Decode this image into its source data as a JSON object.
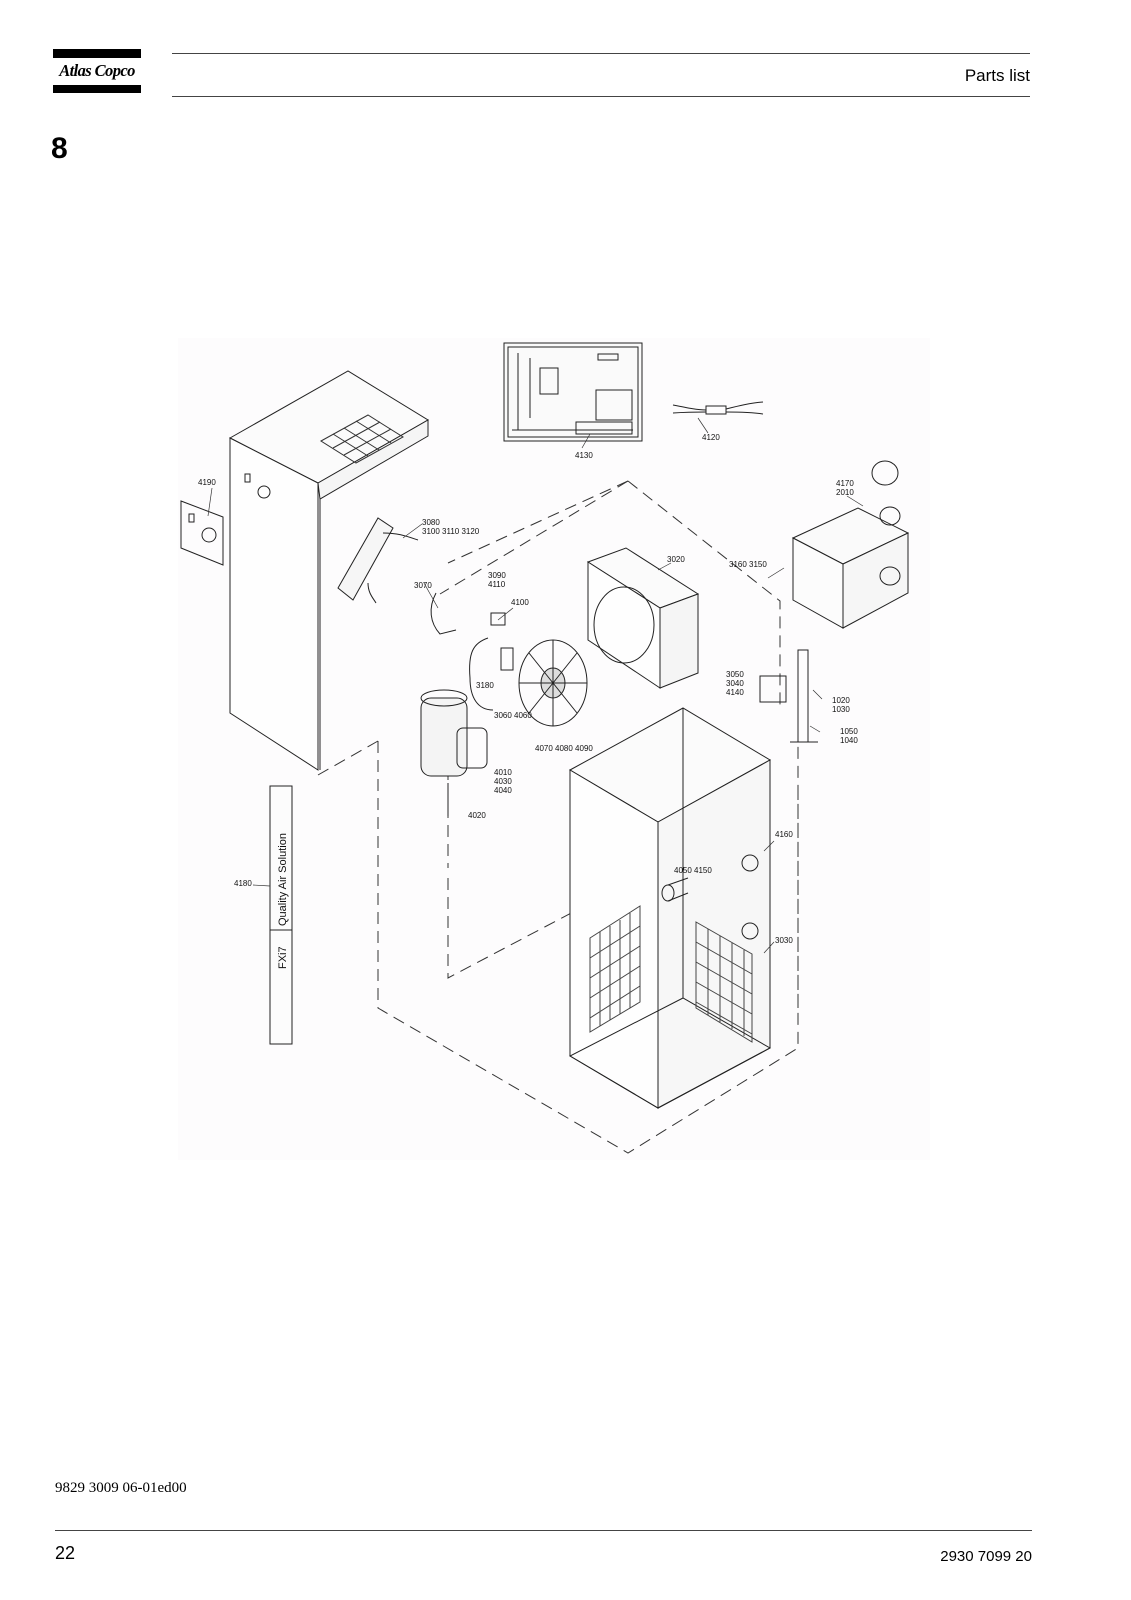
{
  "header": {
    "brand": "Atlas Copco",
    "title": "Parts list"
  },
  "section_number": "8",
  "drawing": {
    "part_labels": {
      "p4190": "4190",
      "p3080": "3080",
      "p3100_3110_3120": "3100 3110 3120",
      "p3090": "3090",
      "p4110": "4110",
      "p3070": "3070",
      "p4100": "4100",
      "p3180": "3180",
      "p3060_4060": "3060 4060",
      "p4070_4080_4090": "4070 4080 4090",
      "p4010": "4010",
      "p4030": "4030",
      "p4040": "4040",
      "p4020": "4020",
      "p4130": "4130",
      "p4120": "4120",
      "p4170": "4170",
      "p2010": "2010",
      "p3020": "3020",
      "p3160_3150": "3160 3150",
      "p3050": "3050",
      "p3040": "3040",
      "p4140": "4140",
      "p1020": "1020",
      "p1030": "1030",
      "p1050": "1050",
      "p1040": "1040",
      "p4160": "4160",
      "p4050_4150": "4050 4150",
      "p3030": "3030",
      "p4180": "4180"
    },
    "decal": {
      "tagline": "Quality Air Solution",
      "model": "FXi7"
    }
  },
  "footer": {
    "doc_code": "9829 3009 06-01ed00",
    "page_number": "22",
    "part_number": "2930 7099 20"
  }
}
